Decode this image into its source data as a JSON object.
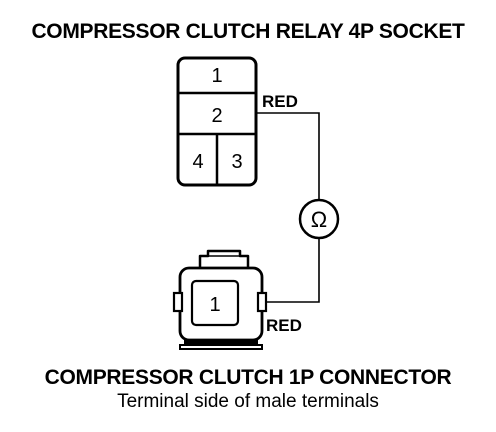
{
  "relay_socket": {
    "title": "COMPRESSOR CLUTCH RELAY 4P SOCKET",
    "terminals": [
      "1",
      "2",
      "4",
      "3"
    ]
  },
  "wires": {
    "upper_label": "RED",
    "lower_label": "RED"
  },
  "meter": {
    "symbol": "Ω"
  },
  "clutch_connector": {
    "title": "COMPRESSOR CLUTCH 1P CONNECTOR",
    "subtitle": "Terminal side of male terminals",
    "terminal": "1"
  }
}
